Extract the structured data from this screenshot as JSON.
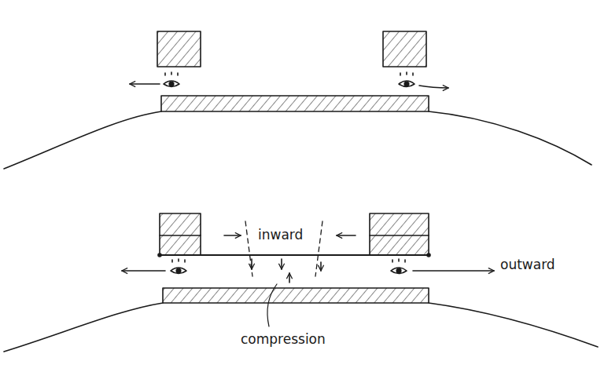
{
  "diagram": {
    "labels": [
      "inward",
      "outward",
      "compression"
    ]
  }
}
